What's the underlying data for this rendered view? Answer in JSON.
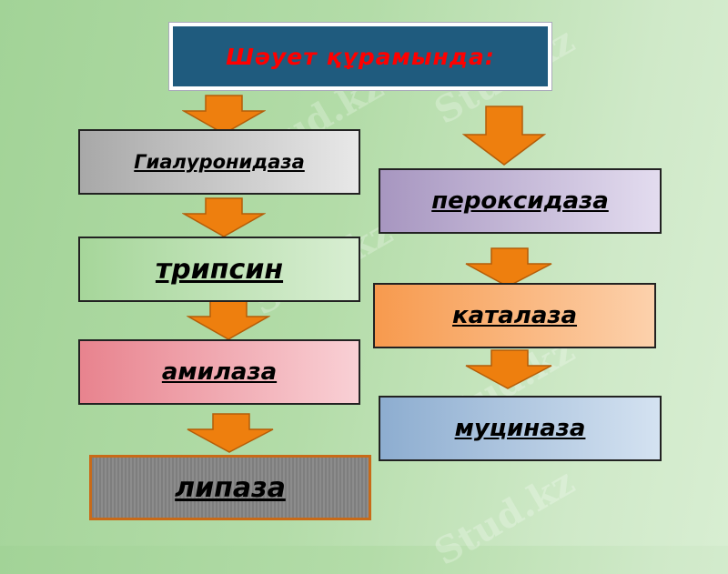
{
  "title": "Шәует құрамында:",
  "left_column": [
    {
      "label": "Гиалуронидаза",
      "bg_from": "#a8a8a8",
      "bg_to": "#e8e8e8"
    },
    {
      "label": "трипсин",
      "bg_from": "#a6d69a",
      "bg_to": "#d8eed2"
    },
    {
      "label": "амилаза",
      "bg_from": "#e8838e",
      "bg_to": "#f9d0d5"
    },
    {
      "label": "липаза",
      "bg_from": "#7a7a7a",
      "bg_to": "#8a8a8a"
    }
  ],
  "right_column": [
    {
      "label": "пероксидаза",
      "bg_from": "#a796c0",
      "bg_to": "#e3dcef"
    },
    {
      "label": "каталаза",
      "bg_from": "#f79a4e",
      "bg_to": "#fcd1ac"
    },
    {
      "label": "муциназа",
      "bg_from": "#8dadd0",
      "bg_to": "#d4e2f1"
    }
  ],
  "colors": {
    "arrow": "#ee7f0e",
    "arrow_border": "#b45d08",
    "title_bg": "#1f5b7e",
    "title_text": "#ff0000"
  },
  "watermark": "Stud.kz"
}
